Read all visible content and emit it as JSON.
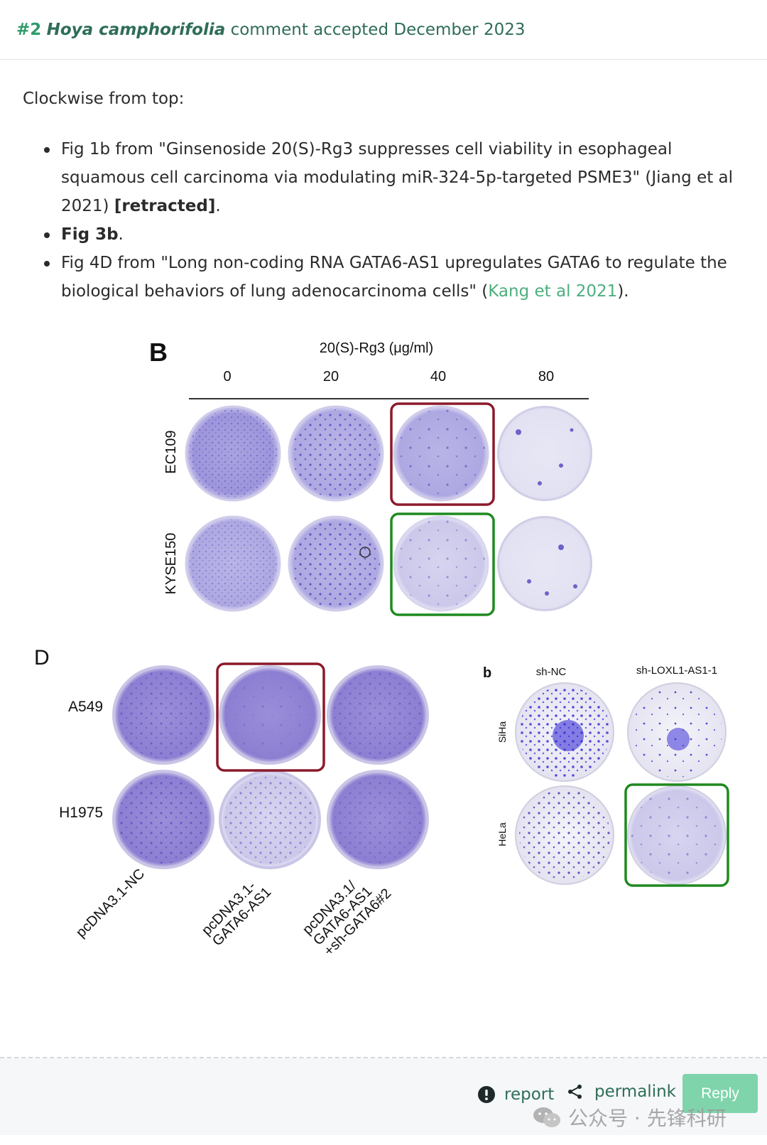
{
  "header": {
    "number": "#2",
    "species": "Hoya camphorifolia",
    "status": "comment accepted December 2023"
  },
  "intro": "Clockwise from top:",
  "bullets": [
    {
      "pre": "Fig 1b from \"Ginsenoside 20(S)-Rg3 suppresses cell viability in esophageal squamous cell carcinoma via modulating miR-324-5p-targeted PSME3\" (Jiang et al 2021) ",
      "bold": "[retracted]",
      "post": "."
    },
    {
      "bold": "Fig 3b",
      "post": "."
    },
    {
      "pre": "Fig 4D from \"Long non-coding RNA GATA6-AS1 upregulates GATA6 to regulate the biological behaviors of lung adenocarcinoma cells\" (",
      "link": "Kang et al 2021",
      "post": ")."
    }
  ],
  "figure_b": {
    "panel_letter": "B",
    "treatment_label": "20(S)-Rg3 (μg/ml)",
    "doses": [
      "0",
      "20",
      "40",
      "80"
    ],
    "rows": [
      "EC109",
      "KYSE150"
    ]
  },
  "figure_d": {
    "panel_letter": "D",
    "rows": [
      "A549",
      "H1975"
    ],
    "columns": [
      [
        "pcDNA3.1-NC"
      ],
      [
        "pcDNA3.1-",
        "GATA6-AS1"
      ],
      [
        "pcDNA3.1/",
        "GATA6-AS1",
        "+sh-GATA6#2"
      ]
    ]
  },
  "figure_small_b": {
    "panel_letter": "b",
    "columns": [
      "sh-NC",
      "sh-LOXL1-AS1-1"
    ],
    "rows": [
      "SiHa",
      "HeLa"
    ]
  },
  "highlight_colors": {
    "red": "#8b1a2b",
    "green": "#1f8a1f"
  },
  "footer": {
    "report_label": "report",
    "permalink_label": "permalink",
    "reply_label": "Reply",
    "report_icon": "exclamation-circle-icon",
    "permalink_icon": "share-icon"
  },
  "watermark": {
    "text": "公众号 · 先锋科研",
    "icon": "wechat-icon"
  }
}
